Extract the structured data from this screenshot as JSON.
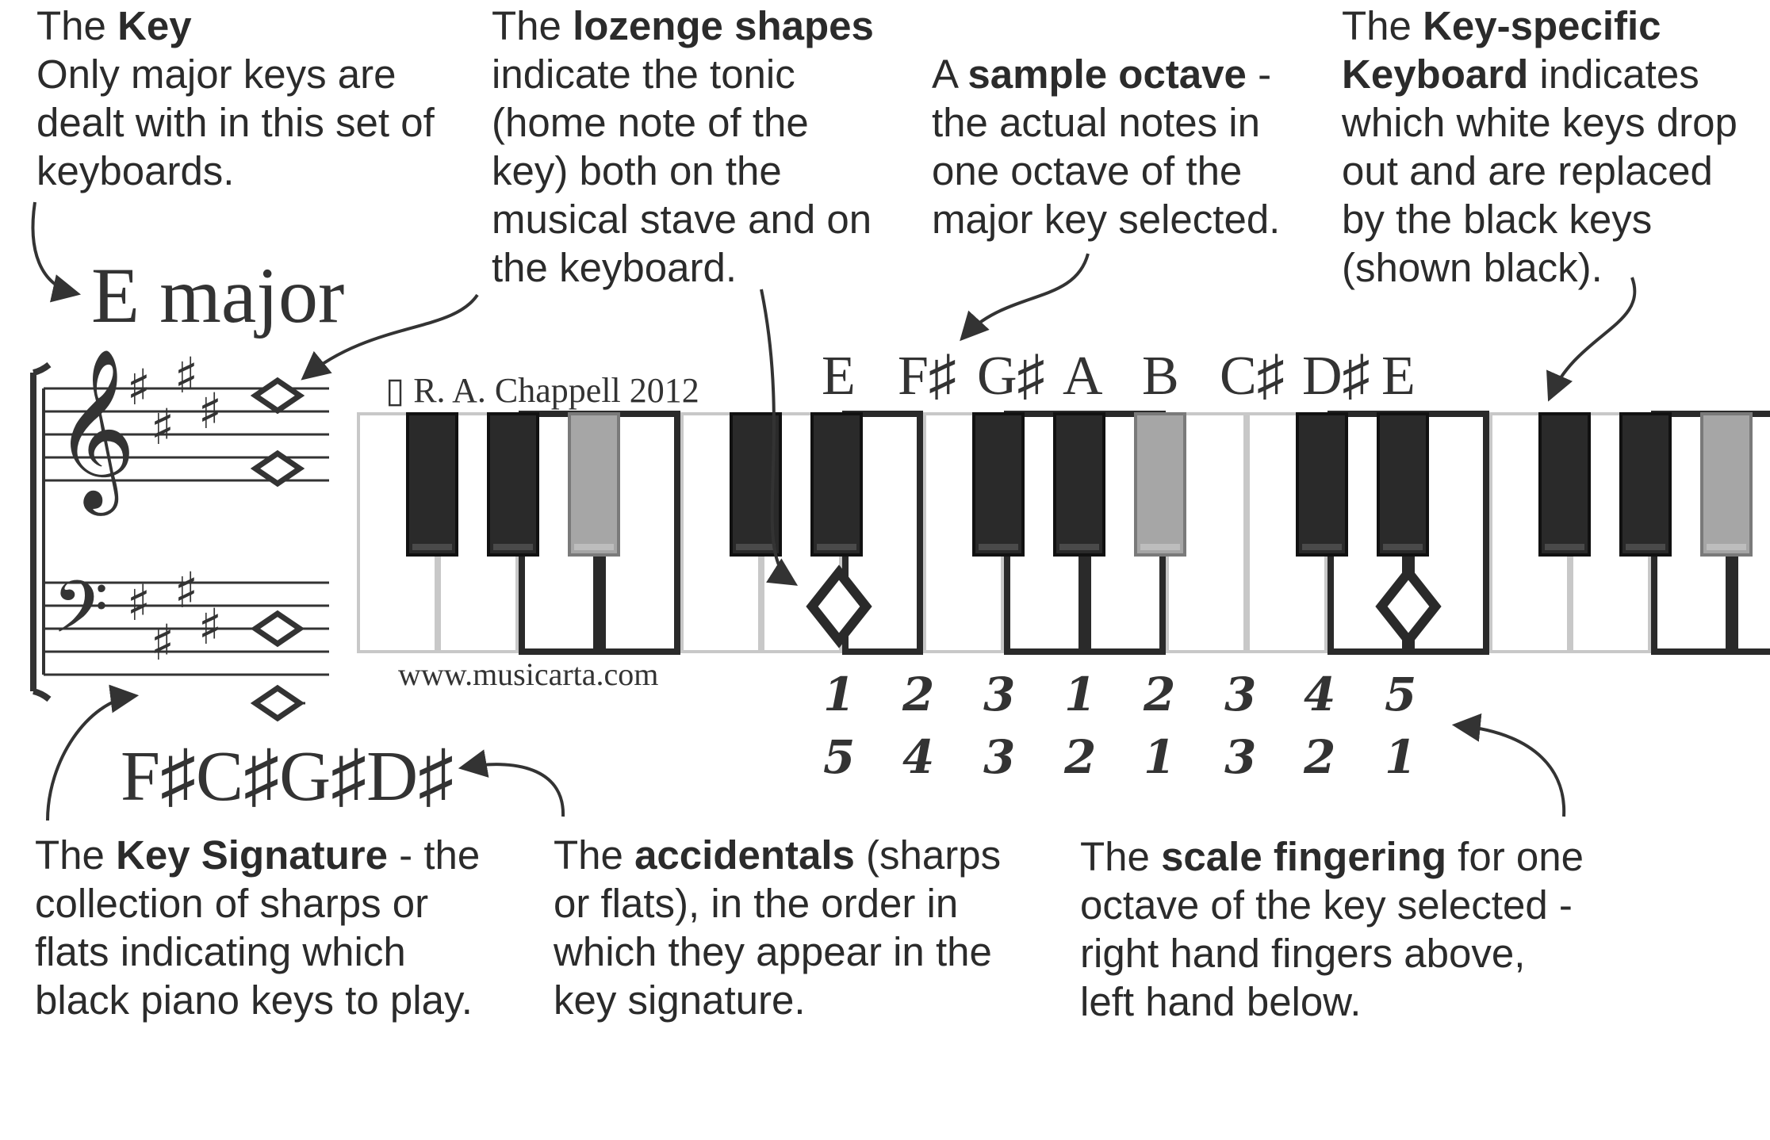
{
  "notes": {
    "key": {
      "prefix": "The ",
      "bold": "Key",
      "body": [
        "Only major keys are",
        "dealt with in this set of",
        "keyboards."
      ]
    },
    "lozenge": {
      "prefix": "The ",
      "bold": "lozenge shapes",
      "body": [
        "indicate the tonic",
        "(home note of the",
        "key) both on the",
        "musical stave and on",
        "the keyboard."
      ]
    },
    "sample": {
      "prefix": "A ",
      "bold": "sample octave",
      "suffix": " -",
      "body": [
        "the actual notes in",
        "one octave of the",
        "major key selected."
      ]
    },
    "keyboard": {
      "line1_prefix": "The ",
      "line1_bold": "Key-specific",
      "line2_bold": "Keyboard",
      "line2_suffix": " indicates",
      "body": [
        "which white keys drop",
        "out and are replaced",
        "by the black keys",
        "(shown black)."
      ]
    },
    "signature": {
      "prefix": "The ",
      "bold": "Key Signature",
      "suffix": " - the",
      "body": [
        "collection of sharps or",
        "flats indicating which",
        "black piano keys to play."
      ]
    },
    "accidentals": {
      "prefix": "The ",
      "bold": "accidentals",
      "suffix": " (sharps",
      "body": [
        "or flats), in the order in",
        "which they appear in the",
        "key signature."
      ]
    },
    "fingering": {
      "prefix": "The ",
      "bold": "scale fingering",
      "suffix": " for one",
      "body": [
        "octave of the key selected -",
        "right hand fingers above,",
        "left hand below."
      ]
    }
  },
  "key_title": "E major",
  "copyright": "▯ R. A. Chappell 2012",
  "website": "www.musicarta.com",
  "accidentals_text": "F♯C♯G♯D♯",
  "octave_notes": [
    "E",
    "F♯",
    "G♯",
    "A",
    "B",
    "C♯",
    "D♯",
    "E"
  ],
  "fingering_rh": [
    "1",
    "2",
    "3",
    "1",
    "2",
    "3",
    "4",
    "5"
  ],
  "fingering_lh": [
    "5",
    "4",
    "3",
    "2",
    "1",
    "3",
    "2",
    "1"
  ],
  "colors": {
    "text": "#2b2b2b",
    "black_key": "#2a2a2a",
    "grey_key": "#a6a6a6",
    "dropped_white": "#c8c8c8"
  }
}
